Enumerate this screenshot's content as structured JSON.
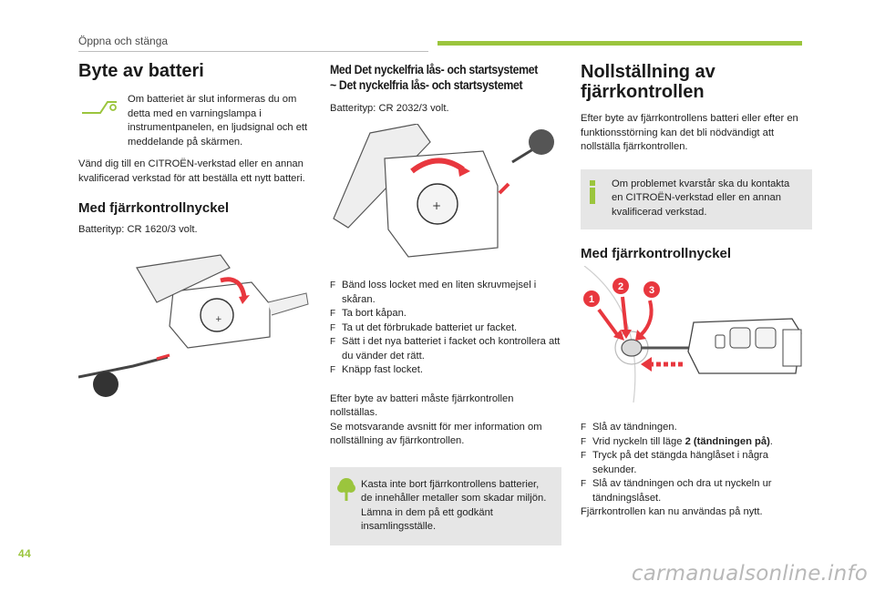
{
  "header": {
    "title": "Öppna och stänga"
  },
  "page_number": "44",
  "watermark": "carmanualsonline.info",
  "col1": {
    "title": "Byte av batteri",
    "intro": "Om batteriet är slut informeras du om detta med en varningslampa i instrumentpanelen, en ljudsignal och ett meddelande på skärmen.",
    "body": "Vänd dig till en CITROËN-verkstad eller en annan kvalificerad verkstad för att beställa ett nytt batteri.",
    "subtitle": "Med fjärrkontrollnyckel",
    "battery_type": "Batterityp: CR 1620/3 volt."
  },
  "col2": {
    "title_line1": "Med Det nyckelfria lås- och startsystemet",
    "title_line2": "~ Det nyckelfria lås- och startsystemet",
    "battery_type": "Batterityp: CR 2032/3 volt.",
    "steps": [
      "Bänd loss locket med en liten skruvmejsel i skåran.",
      "Ta bort kåpan.",
      "Ta ut det förbrukade batteriet ur facket.",
      "Sätt i det nya batteriet i facket och kontrollera att du vänder det rätt.",
      "Knäpp fast locket."
    ],
    "after_text": "Efter byte av batteri måste fjärrkontrollen nollställas.",
    "ref_text": "Se motsvarande avsnitt för mer information om nollställning av fjärrkontrollen.",
    "eco_line1": "Kasta inte bort fjärrkontrollens batterier, de innehåller metaller som skadar miljön.",
    "eco_line2": "Lämna in dem på ett godkänt insamlingsställe."
  },
  "col3": {
    "title_line1": "Nollställning av",
    "title_line2": "fjärrkontrollen",
    "body": "Efter byte av fjärrkontrollens batteri eller efter en funktionsstörning kan det bli nödvändigt att nollställa fjärrkontrollen.",
    "info": "Om problemet kvarstår ska du kontakta en CITROËN-verkstad eller en annan kvalificerad verkstad.",
    "subtitle": "Med fjärrkontrollnyckel",
    "callouts": [
      "1",
      "2",
      "3"
    ],
    "step1": "Slå av tändningen.",
    "step2_pre": "Vrid nyckeln till läge ",
    "step2_bold": "2 (tändningen på)",
    "step2_post": ".",
    "step3": "Tryck på det stängda hänglåset i några sekunder.",
    "step4": "Slå av tändningen och dra ut nyckeln ur tändningslåset.",
    "closing": "Fjärrkontrollen kan nu användas på nytt."
  },
  "colors": {
    "accent_green": "#9bc53d",
    "callout_red": "#e8373e",
    "box_grey": "#e6e6e6"
  }
}
